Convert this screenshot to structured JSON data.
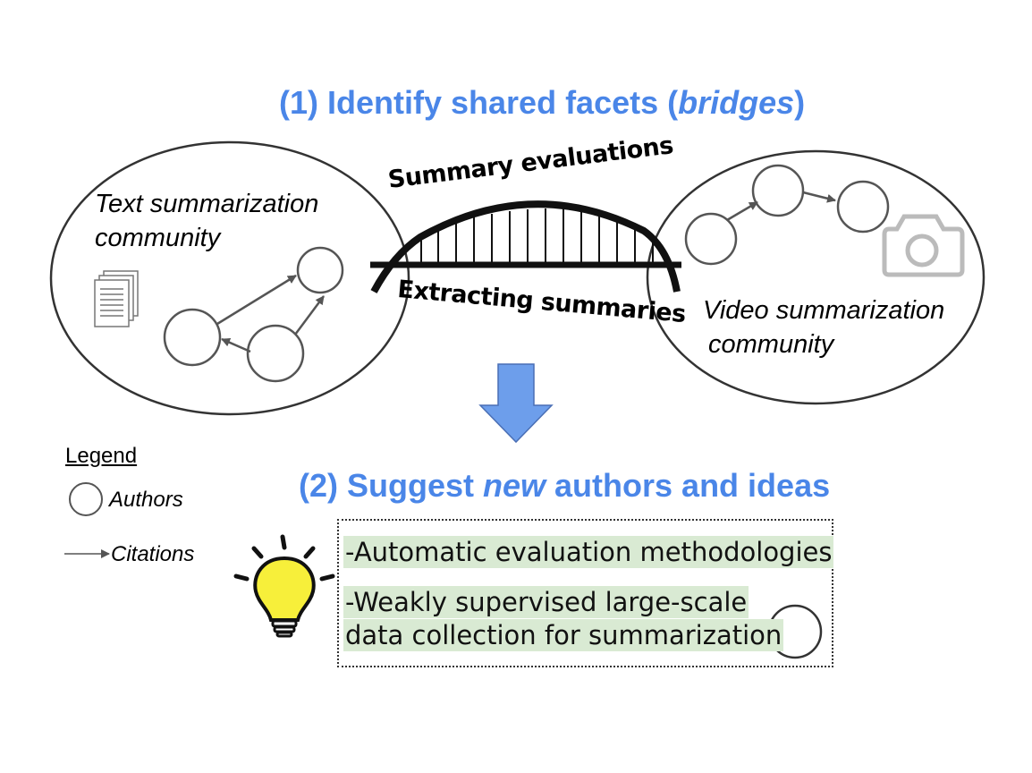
{
  "step1": {
    "prefix": "(1) Identify shared facets (",
    "emphasis": "bridges",
    "suffix": ")"
  },
  "left_community": {
    "line1": "Text summarization",
    "line2": "community"
  },
  "right_community": {
    "line1": "Video summarization",
    "line2": "community"
  },
  "bridge": {
    "top_label": "Summary evaluations",
    "bottom_label": "Extracting summaries"
  },
  "step2": {
    "prefix": "(2) Suggest ",
    "emphasis": "new",
    "suffix": " authors and ideas"
  },
  "legend": {
    "title": "Legend",
    "authors": "Authors",
    "citations": "Citations"
  },
  "ideas": [
    "-Automatic evaluation methodologies",
    "-Weakly supervised large-scale",
    "data  collection for summarization"
  ],
  "colors": {
    "title_blue": "#4a86e8",
    "arrow_blue": "#6d9eeb",
    "idea_highlight": "#d9ead3",
    "bulb_yellow": "#f7ef3a"
  },
  "icons": [
    "document-stack-icon",
    "camera-icon",
    "lightbulb-icon",
    "down-arrow-icon"
  ]
}
